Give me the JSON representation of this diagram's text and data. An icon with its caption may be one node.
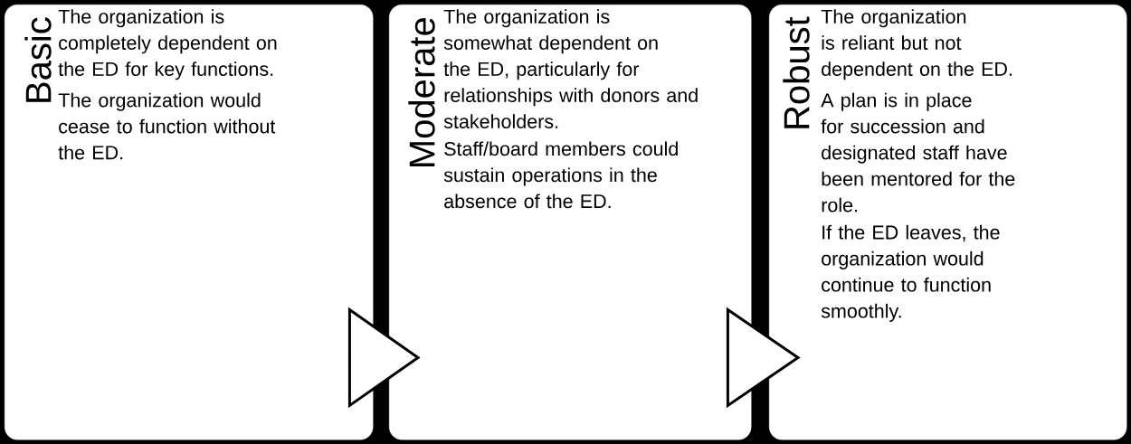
{
  "diagram": {
    "nodes": [
      {
        "text": [
          "Basic",
          "The organization is completely dependent on the ED for key functions.",
          "The organization would cease to function without the ED."
        ]
      },
      {
        "text": [
          "Moderate",
          "The organization is somewhat dependent on the ED, particularly for relationships with donors and stakeholders.",
          "Staff/board members could sustain operations in the absence of the ED."
        ]
      },
      {
        "text": [
          "Robust",
          "The organization is reliant but not dependent on the ED.",
          "A plan is in place for succession and designated staff have been mentored for the role.",
          "If the ED leaves, the organization would continue to function smoothly."
        ]
      }
    ],
    "edges": [
      {
        "from": 0,
        "to": 1,
        "arrow": "to"
      },
      {
        "from": 1,
        "to": 2,
        "arrow": "to"
      }
    ]
  }
}
